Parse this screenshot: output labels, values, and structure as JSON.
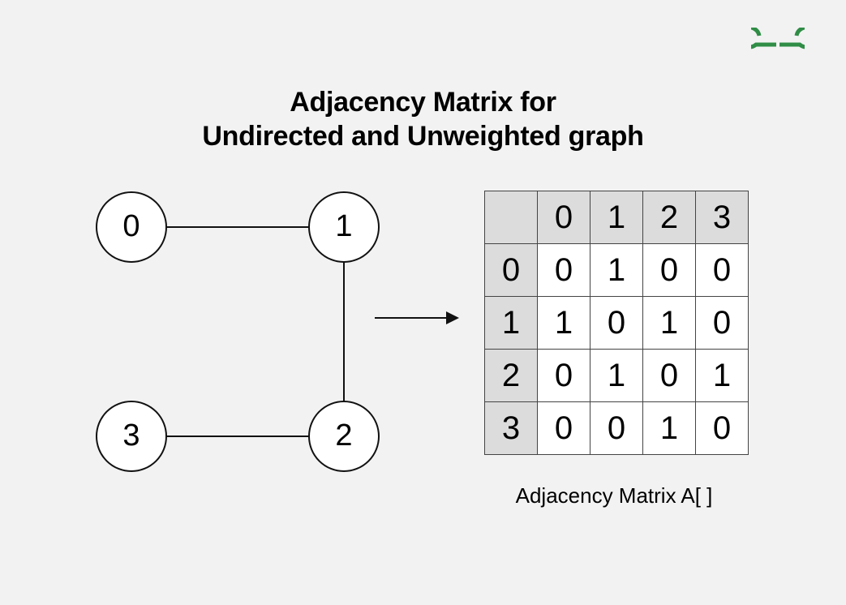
{
  "title": {
    "line1": "Adjacency Matrix for",
    "line2": "Undirected and Unweighted graph"
  },
  "brand": {
    "logo_icon": "gfg-logo-icon",
    "logo_color": "#2f8d46"
  },
  "graph": {
    "nodes": [
      {
        "id": "0",
        "label": "0"
      },
      {
        "id": "1",
        "label": "1"
      },
      {
        "id": "2",
        "label": "2"
      },
      {
        "id": "3",
        "label": "3"
      }
    ],
    "edges": [
      {
        "from": "0",
        "to": "1"
      },
      {
        "from": "1",
        "to": "2"
      },
      {
        "from": "2",
        "to": "3"
      }
    ]
  },
  "arrow_icon": "right-arrow-icon",
  "matrix": {
    "corner": "",
    "col_headers": [
      "0",
      "1",
      "2",
      "3"
    ],
    "row_headers": [
      "0",
      "1",
      "2",
      "3"
    ],
    "rows": [
      [
        "0",
        "1",
        "0",
        "0"
      ],
      [
        "1",
        "0",
        "1",
        "0"
      ],
      [
        "0",
        "1",
        "0",
        "1"
      ],
      [
        "0",
        "0",
        "1",
        "0"
      ]
    ],
    "header_color": "#dcdcdc"
  },
  "caption": "Adjacency Matrix A[ ]"
}
